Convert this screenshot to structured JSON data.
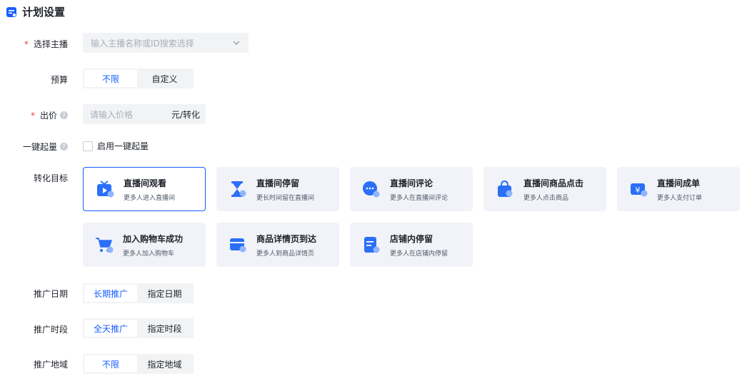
{
  "page_title": "计划设置",
  "anchor": {
    "label": "选择主播",
    "placeholder": "输入主播名称或ID搜索选择"
  },
  "budget": {
    "label": "预算",
    "options": [
      "不限",
      "自定义"
    ],
    "selected": "不限"
  },
  "bid": {
    "label": "出价",
    "placeholder": "请输入价格",
    "unit": "元/转化"
  },
  "one_click": {
    "label": "一键起量",
    "checkbox_label": "启用一键起量"
  },
  "conversion": {
    "label": "转化目标",
    "selected": "直播间观看",
    "items": [
      {
        "title": "直播间观看",
        "desc": "更多人进入直播间",
        "icon": "tv-play-icon"
      },
      {
        "title": "直播间停留",
        "desc": "更长时间留在直播间",
        "icon": "hourglass-icon"
      },
      {
        "title": "直播间评论",
        "desc": "更多人在直播间评论",
        "icon": "comment-icon"
      },
      {
        "title": "直播间商品点击",
        "desc": "更多人点击商品",
        "icon": "shopping-bag-icon"
      },
      {
        "title": "直播间成单",
        "desc": "更多人支付订单",
        "icon": "order-yen-icon"
      },
      {
        "title": "加入购物车成功",
        "desc": "更多人加入购物车",
        "icon": "cart-icon"
      },
      {
        "title": "商品详情页到达",
        "desc": "更多人到商品详情页",
        "icon": "product-detail-icon"
      },
      {
        "title": "店铺内停留",
        "desc": "更多人在店铺内停留",
        "icon": "shop-doc-icon"
      }
    ]
  },
  "promo_date": {
    "label": "推广日期",
    "options": [
      "长期推广",
      "指定日期"
    ],
    "selected": "长期推广"
  },
  "promo_time": {
    "label": "推广时段",
    "options": [
      "全天推广",
      "指定时段"
    ],
    "selected": "全天推广"
  },
  "promo_region": {
    "label": "推广地域",
    "options": [
      "不限",
      "指定地域"
    ],
    "selected": "不限"
  },
  "colors": {
    "primary": "#165dff",
    "required": "#f53f3f",
    "field_bg": "#f2f3f5",
    "card_bg": "#f2f3f8"
  }
}
